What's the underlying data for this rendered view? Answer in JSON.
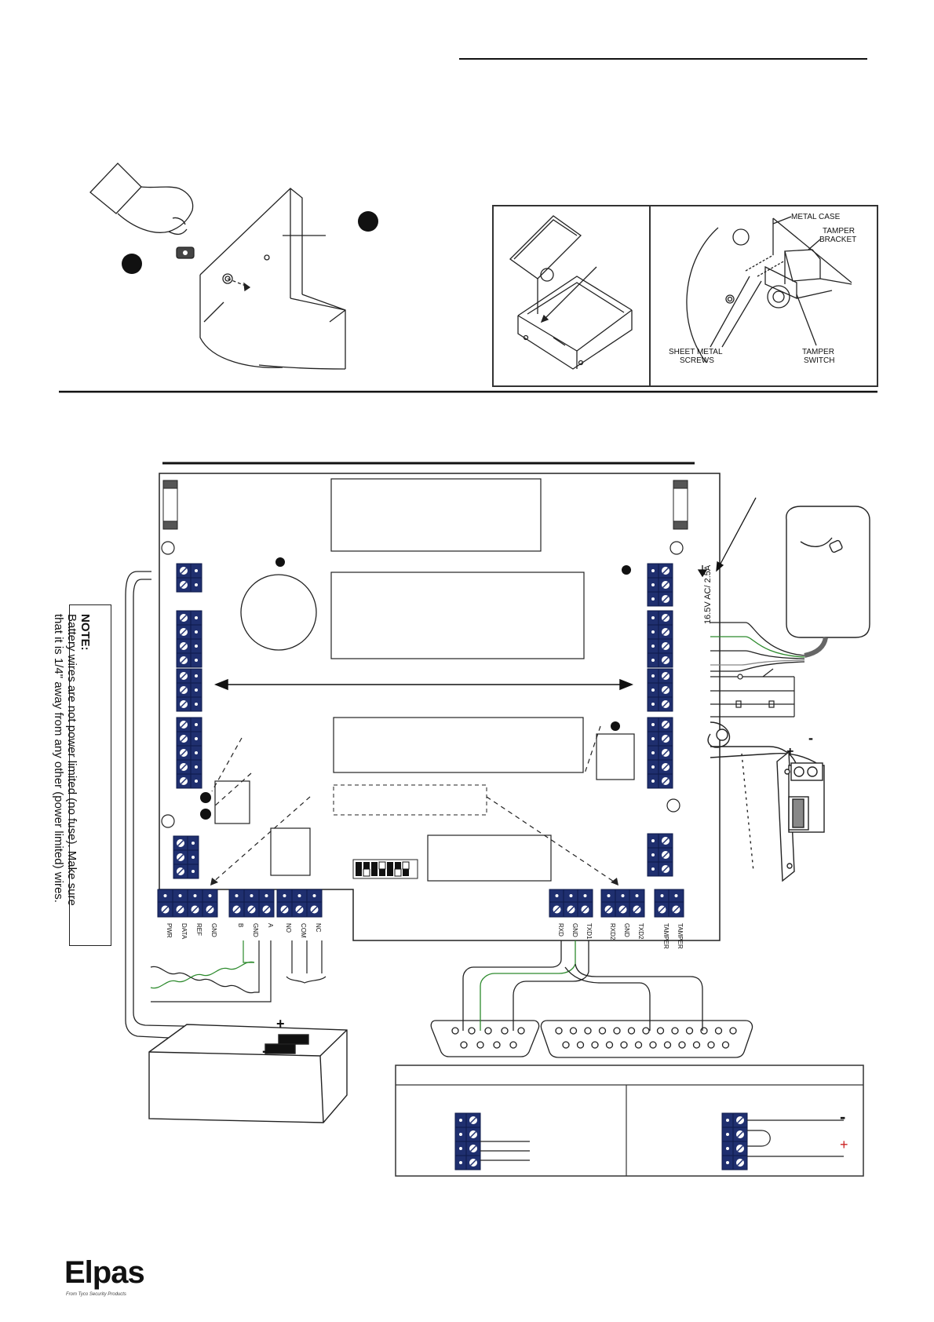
{
  "tamper_panel": {
    "metal_case": "METAL CASE",
    "tamper_bracket_1": "TAMPER",
    "tamper_bracket_2": "BRACKET",
    "sheet_metal_1": "SHEET METAL",
    "sheet_metal_2": "SCREWS",
    "tamper_switch_1": "TAMPER",
    "tamper_switch_2": "SWITCH"
  },
  "power_label": "16.5V AC/ 2.5A",
  "note": {
    "title": "NOTE:",
    "line1": "Battery wires are not power limited (no fuse). Make sure",
    "line2": "that it is 1/4\" away from any other (power limited) wires."
  },
  "terminals_left": [
    "PWR",
    "DATA",
    "REF",
    "GND",
    "B",
    "GND",
    "A",
    "NO",
    "COM",
    "NC"
  ],
  "terminals_right": [
    "RXD",
    "GND",
    "TXD1",
    "RXD2",
    "GND",
    "TXD2",
    "TAMPER",
    "TAMPER"
  ],
  "battery": {
    "plus": "+",
    "minus": "-"
  },
  "lock": {
    "plus": "+",
    "minus": "-"
  },
  "bottom_right": {
    "minus": "-",
    "plus": "+"
  },
  "brand": {
    "name": "Elpas",
    "tagline": "From Tyco Security Products"
  }
}
